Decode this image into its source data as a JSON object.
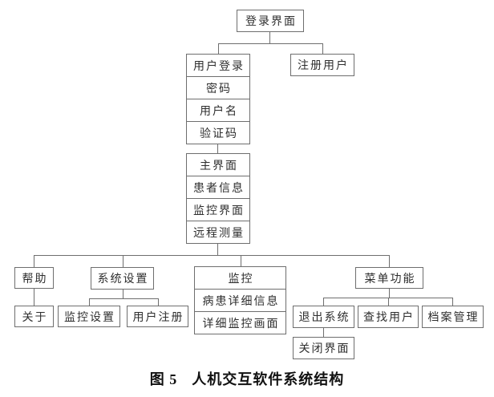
{
  "diagram": {
    "nodes": {
      "login_screen": "登录界面",
      "user_login": "用户登录",
      "password": "密码",
      "username": "用户名",
      "captcha": "验证码",
      "register_user": "注册用户",
      "main_screen": "主界面",
      "patient_info": "患者信息",
      "monitor_screen": "监控界面",
      "remote_measure": "远程测量",
      "help": "帮助",
      "about": "关于",
      "system_settings": "系统设置",
      "monitor_settings": "监控设置",
      "user_register": "用户注册",
      "monitor": "监控",
      "patient_detail_info": "病患详细信息",
      "detail_monitor_view": "详细监控画面",
      "menu_functions": "菜单功能",
      "exit_system": "退出系统",
      "find_user": "查找用户",
      "archive_management": "档案管理",
      "close_screen": "关闭界面"
    },
    "caption": {
      "figure_label": "图 5",
      "title": "人机交互软件系统结构"
    },
    "colors": {
      "line": "#6e6e6e",
      "text": "#2e2e2e",
      "caption_text": "#111111",
      "background": "#ffffff"
    }
  }
}
